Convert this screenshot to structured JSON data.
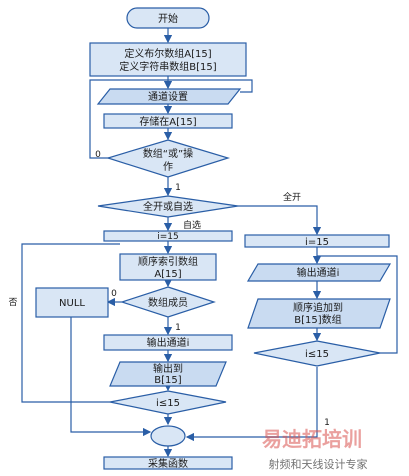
{
  "nodes": {
    "start": "开始",
    "define_line1": "定义布尔数组A[15]",
    "define_line2": "定义字符串数组B[15]",
    "channel_settings": "通道设置",
    "store_in_a": "存储在A[15]",
    "array_or_line1": "数组“或”操",
    "array_or_line2": "作",
    "all_on_or_select": "全开或自选",
    "i_eq_15_left": "i=15",
    "i_eq_15_right": "i=15",
    "seq_index_line1": "顺序索引数组",
    "seq_index_line2": "A[15]",
    "null_box": "NULL",
    "array_member": "数组成员",
    "output_channel_left": "输出通道i",
    "output_to_line1": "输出到",
    "output_to_line2": "B[15]",
    "i_le_15_left": "i≤15",
    "output_channel_right": "输出通道i",
    "seq_append_line1": "顺序追加到",
    "seq_append_line2": "B[15]数组",
    "i_le_15_right": "i≤15",
    "collect_function": "采集函数"
  },
  "edge_labels": {
    "or_zero": "0",
    "or_one": "1",
    "all_on": "全开",
    "self_select": "自选",
    "member_zero": "0",
    "member_one": "1",
    "no": "否",
    "loop_one": "1"
  },
  "watermark": {
    "brand": "易迪拓培训",
    "subtitle": "射频和天线设计专家"
  },
  "colors": {
    "stroke": "#2a5ea6",
    "fill": "#d9e6f5"
  }
}
